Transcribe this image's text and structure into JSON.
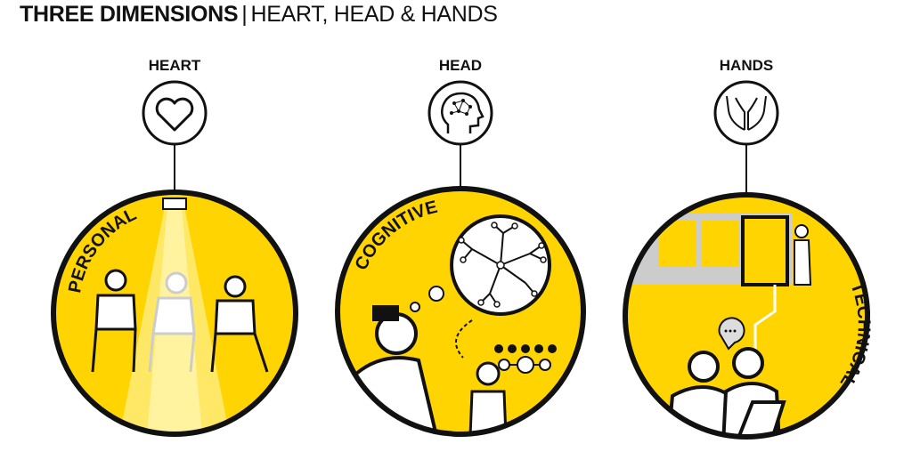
{
  "title": {
    "bold": "THREE DIMENSIONS",
    "separator": "|",
    "rest": "HEART, HEAD & HANDS"
  },
  "dimensions": [
    {
      "label": "HEART",
      "icon": "heart-icon",
      "category": "PERSONAL"
    },
    {
      "label": "HEAD",
      "icon": "brain-network-icon",
      "category": "COGNITIVE"
    },
    {
      "label": "HANDS",
      "icon": "open-hands-icon",
      "category": "TECHNICAL"
    }
  ],
  "colors": {
    "yellow": "#FFD400",
    "outline": "#111111",
    "light": "#FFF3A0"
  }
}
